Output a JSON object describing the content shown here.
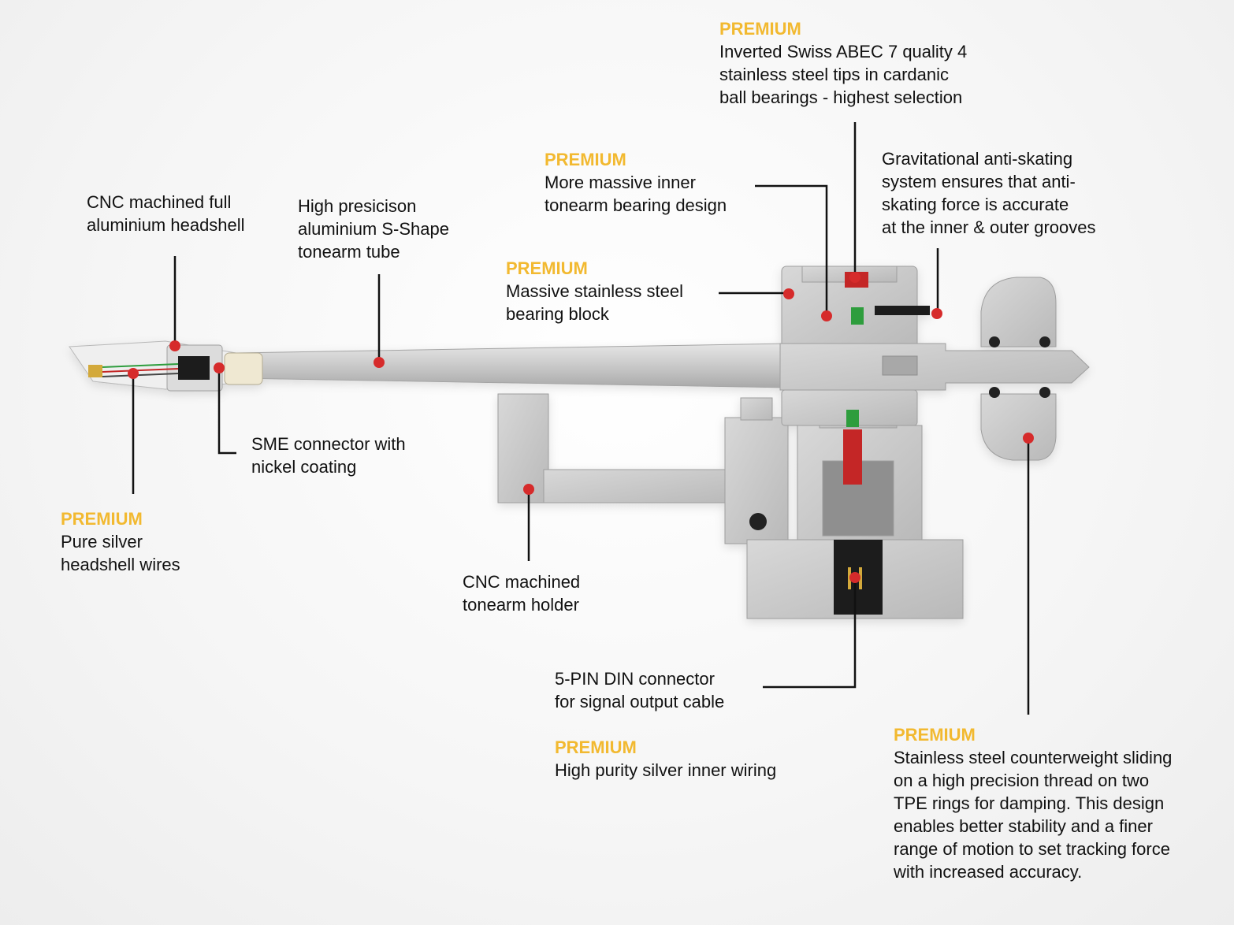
{
  "colors": {
    "premium": "#f2b930",
    "marker": "#d62b2b",
    "leader": "#111111",
    "metal": "#c9c9c9"
  },
  "callouts": {
    "bearings": {
      "premium": "PREMIUM",
      "text": "Inverted Swiss ABEC 7 quality 4\nstainless steel tips in cardanic\nball bearings - highest selection"
    },
    "anti_skating": {
      "premium": "",
      "text": "Gravitational anti-skating\nsystem ensures that anti-\nskating force is accurate\nat the inner & outer grooves"
    },
    "inner_bearing": {
      "premium": "PREMIUM",
      "text": "More massive inner\ntonearm bearing design"
    },
    "bearing_block": {
      "premium": "PREMIUM",
      "text": "Massive stainless steel\nbearing block"
    },
    "headshell": {
      "premium": "",
      "text": "CNC machined full\naluminium headshell"
    },
    "tube": {
      "premium": "",
      "text": "High presicison\naluminium S-Shape\ntonearm tube"
    },
    "sme": {
      "premium": "",
      "text": "SME connector with\nnickel coating"
    },
    "wires": {
      "premium": "PREMIUM",
      "text": "Pure silver\nheadshell wires"
    },
    "holder": {
      "premium": "",
      "text": "CNC machined\ntonearm holder"
    },
    "din": {
      "premium": "",
      "text": "5-PIN DIN connector\nfor signal output cable"
    },
    "inner_wiring": {
      "premium": "PREMIUM",
      "text": "High purity silver inner wiring"
    },
    "counterweight": {
      "premium": "PREMIUM",
      "text": "Stainless steel counterweight sliding\non a high precision thread on two\nTPE rings for damping. This design\nenables better stability and a finer\nrange of motion to set tracking force\nwith increased accuracy."
    }
  }
}
